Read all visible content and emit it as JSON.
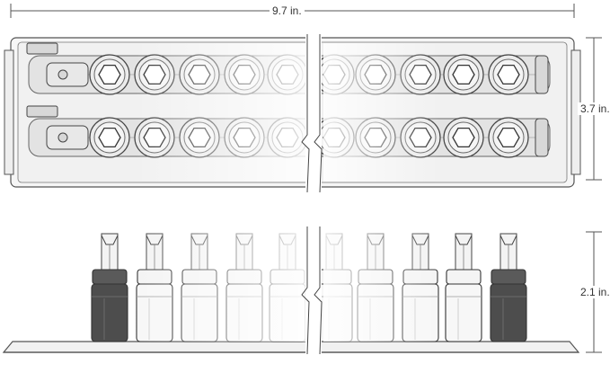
{
  "dimensions": {
    "length": "9.7 in.",
    "width": "3.7 in.",
    "height": "2.1 in."
  },
  "colors": {
    "line": "#555555",
    "tray_fill": "#f1f1f1",
    "rail_fill": "#dcdcdc",
    "socket_dark": "#4d4d4d"
  }
}
